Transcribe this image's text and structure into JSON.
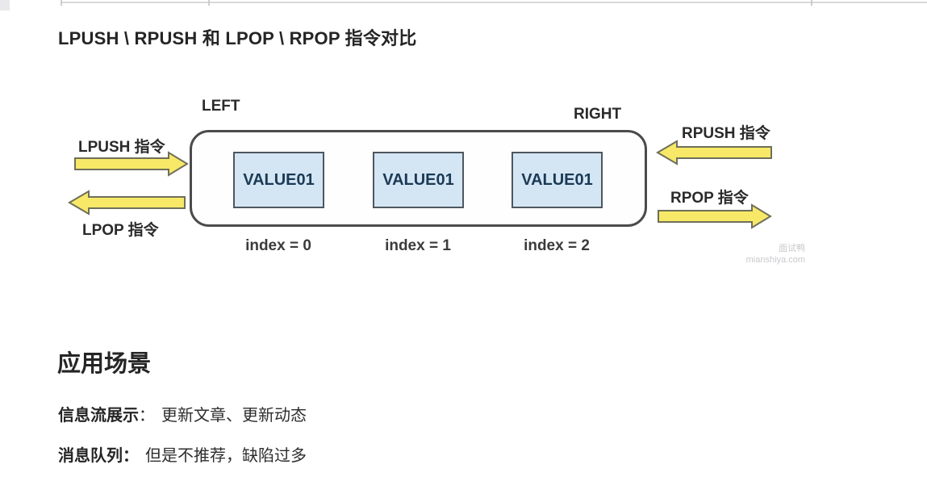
{
  "header": {
    "title": "LPUSH \\ RPUSH 和 LPOP \\ RPOP 指令对比"
  },
  "diagram": {
    "left_end_label": "LEFT",
    "right_end_label": "RIGHT",
    "lpush_label": "LPUSH 指令",
    "lpop_label": "LPOP 指令",
    "rpush_label": "RPUSH 指令",
    "rpop_label": "RPOP 指令",
    "boxes": [
      {
        "value": "VALUE01",
        "index_label": "index = 0"
      },
      {
        "value": "VALUE01",
        "index_label": "index = 1"
      },
      {
        "value": "VALUE01",
        "index_label": "index = 2"
      }
    ],
    "watermark": {
      "line1": "面试鸭",
      "line2": "mianshiya.com"
    }
  },
  "colors": {
    "arrow_fill": "#f7e967",
    "arrow_border": "#6f6f5b",
    "box_fill": "#d4e6f4",
    "box_border": "#4e565e",
    "box_text": "#1c3a55",
    "container_border": "#4b4b4b",
    "text_dark": "#262626",
    "watermark_gray": "#c9c9cd"
  },
  "sections": {
    "usage_heading": "应用场景",
    "items": [
      {
        "label": "信息流展示",
        "colon": "：",
        "text": "更新文章、更新动态"
      },
      {
        "label": "消息队列：",
        "colon": "",
        "text": "但是不推荐，缺陷过多"
      }
    ]
  }
}
